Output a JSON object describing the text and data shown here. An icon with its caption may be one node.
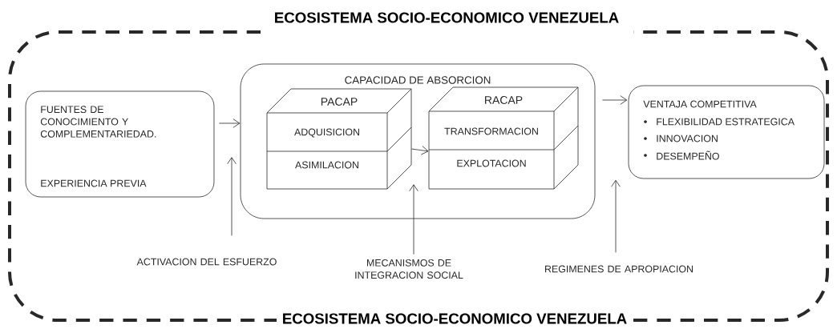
{
  "diagram": {
    "nodes": [
      {
        "text": [
          "ECOSISTEMA SOCIO-ECONOMICO VENEZUELA",
          "ECOSISTEMA SOCIO-ECONOMICO VENEZUELA"
        ]
      },
      {
        "text": [
          "FUENTES DE CONOCIMIENTO Y COMPLEMENTARIEDAD.",
          "EXPERIENCIA PREVIA"
        ],
        "in": 0
      },
      {
        "text": [
          "CAPACIDAD DE ABSORCION"
        ],
        "in": 0
      },
      {
        "text": [
          "PACAP",
          "ADQUISICION",
          "ASIMILACION"
        ],
        "in": 2
      },
      {
        "text": [
          "RACAP",
          "TRANSFORMACION",
          "EXPLOTACION"
        ],
        "in": 2
      },
      {
        "text": [
          "VENTAJA COMPETITIVA",
          "FLEXIBILIDAD ESTRATEGICA",
          "INNOVACION",
          "DESEMPEÑO"
        ],
        "in": 0
      },
      {
        "text": [
          "ACTIVACION DEL ESFUERZO"
        ],
        "in": 0
      },
      {
        "text": [
          "MECANISMOS DE INTEGRACION SOCIAL"
        ],
        "in": 0
      },
      {
        "text": [
          "REGIMENES DE APROPIACION"
        ],
        "in": 0
      }
    ],
    "edges": [
      {
        "from": 1,
        "to": 2,
        "arrow": "to"
      },
      {
        "from": 6,
        "to": 2,
        "arrow": "to"
      },
      {
        "from": 3,
        "to": 4,
        "arrow": "to"
      },
      {
        "from": 7,
        "to": 3,
        "arrow": "to"
      },
      {
        "from": 2,
        "to": 5,
        "arrow": "to"
      },
      {
        "from": 8,
        "to": 5,
        "arrow": "to"
      }
    ]
  }
}
